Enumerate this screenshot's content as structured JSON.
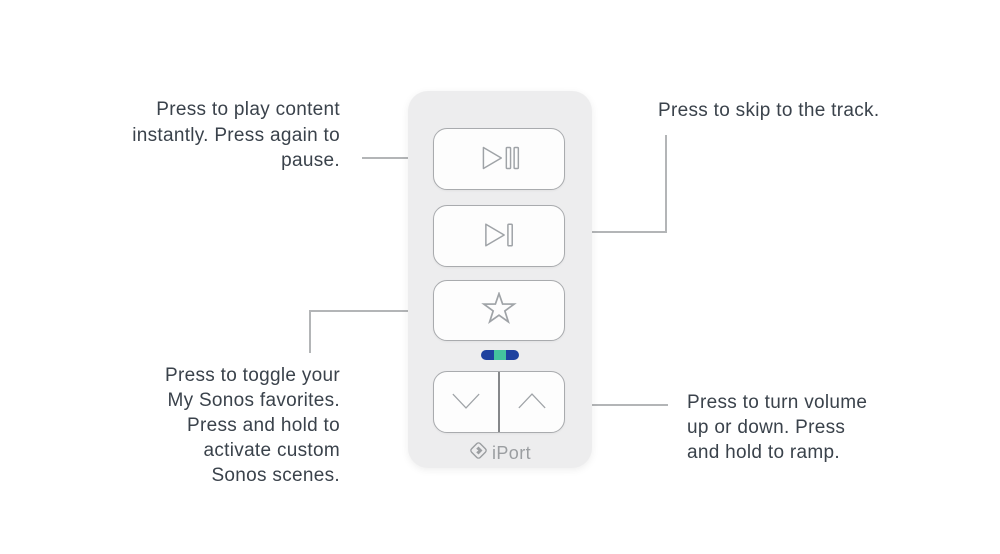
{
  "annotations": {
    "play_pause": "Press to play content\ninstantly. Press again to\npause.",
    "skip": "Press to skip to the track.",
    "favorites": "Press to toggle your\nMy Sonos favorites.\nPress and hold to\nactivate custom\nSonos scenes.",
    "volume": "Press to turn volume\nup or down. Press\nand hold to ramp."
  },
  "remote": {
    "brand": "iPort",
    "buttons": [
      {
        "id": "play-pause",
        "icon": "play-pause-icon"
      },
      {
        "id": "skip",
        "icon": "skip-icon"
      },
      {
        "id": "favorites",
        "icon": "star-icon"
      },
      {
        "id": "volume-down",
        "icon": "chevron-down-icon"
      },
      {
        "id": "volume-up",
        "icon": "chevron-up-icon"
      }
    ],
    "led": {
      "base_color": "#1e419f",
      "center_color": "#44c39e"
    }
  },
  "colors": {
    "background": "#ffffff",
    "remote_body": "#ededee",
    "button_fill": "#fdfdfd",
    "button_border": "#a9abae",
    "icon_stroke": "#9fa3a7",
    "leader_line": "#b3b5b7",
    "annotation_text": "#3a424b",
    "brand_gray": "#9b9ea1"
  }
}
